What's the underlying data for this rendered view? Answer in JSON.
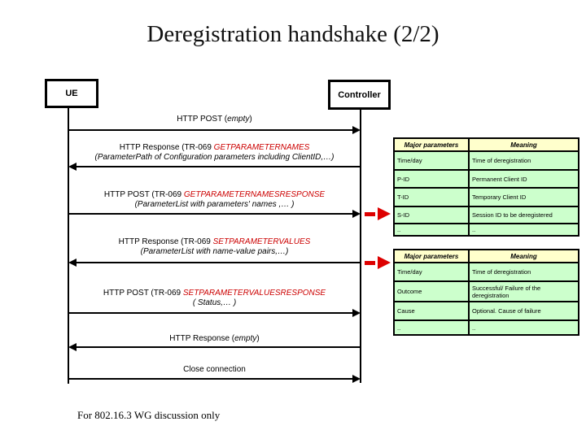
{
  "title": "Deregistration handshake (2/2)",
  "actors": {
    "ue": "UE",
    "controller": "Controller"
  },
  "messages": {
    "m1": {
      "pre": "HTTP POST (",
      "em": "empty",
      "post": ")"
    },
    "m2": {
      "plain": "HTTP Response (TR-069 ",
      "red": "GETPARAMETERNAMES",
      "line2": "(ParameterPath of Configuration parameters including ClientID,…)"
    },
    "m3": {
      "plain": "HTTP POST (TR-069 ",
      "red": "GETPARAMETERNAMESRESPONSE",
      "line2": "(ParameterList  with parameters' names ,… )"
    },
    "m4": {
      "plain": "HTTP Response (TR-069 ",
      "red": "SETPARAMETERVALUES",
      "line2": "(ParameterList with name-value pairs,…)"
    },
    "m5": {
      "plain": "HTTP POST (TR-069 ",
      "red": "SETPARAMETERVALUESRESPONSE",
      "line2": "( Status,… )"
    },
    "m6": {
      "pre": "HTTP Response (",
      "em": "empty",
      "post": ")"
    },
    "m7": {
      "label": "Close connection"
    }
  },
  "tables": {
    "t1": {
      "headers": [
        "Major parameters",
        "Meaning"
      ],
      "rows": [
        [
          "Time/day",
          "Time of deregistration"
        ],
        [
          "P-ID",
          "Permanent Client ID"
        ],
        [
          "T-ID",
          "Temporary Client ID"
        ],
        [
          "S-ID",
          "Session ID to be deregistered"
        ],
        [
          "..",
          ".."
        ]
      ]
    },
    "t2": {
      "headers": [
        "Major parameters",
        "Meaning"
      ],
      "rows": [
        [
          "Time/day",
          "Time of deregistration"
        ],
        [
          "Outcome",
          "Successful/ Failure of the deregistration"
        ],
        [
          "Cause",
          "Optional. Cause of failure"
        ],
        [
          "..",
          ".."
        ]
      ]
    }
  },
  "footer": "For 802.16.3 WG discussion only",
  "colors": {
    "red_text": "#CC0000",
    "red_arrow": "#DD0000",
    "table_header_bg": "#FFFFCC",
    "table_row_bg": "#CCFFCC"
  }
}
